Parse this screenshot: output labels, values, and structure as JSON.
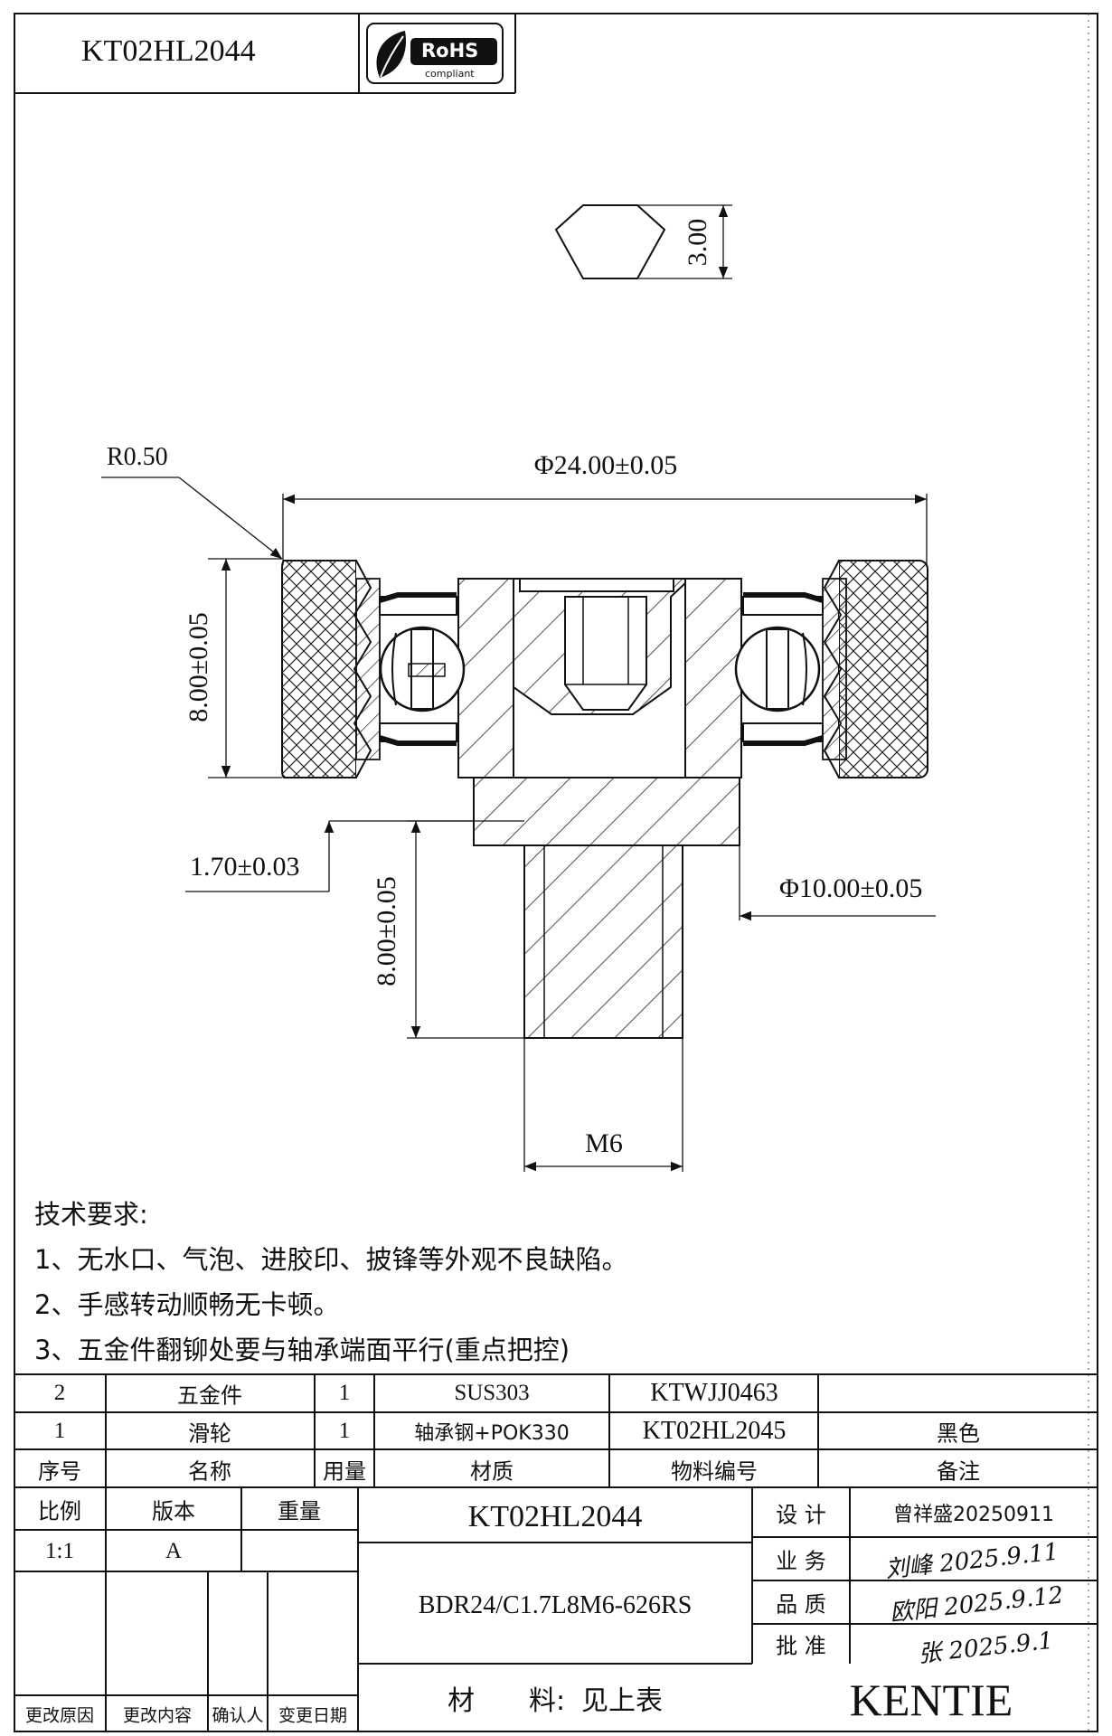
{
  "header": {
    "part_number": "KT02HL2044",
    "rohs_title": "RoHS",
    "rohs_sub": "compliant"
  },
  "dims": {
    "hex": "3.00",
    "radius": "R0.50",
    "outer_diameter": "Φ24.00±0.05",
    "height": "8.00±0.05",
    "shaft_offset": "1.70±0.03",
    "shaft_diameter": "Φ10.00±0.05",
    "shaft_length": "8.00±0.05",
    "thread": "M6"
  },
  "notes": {
    "title": "技术要求:",
    "items": [
      "1、无水口、气泡、进胶印、披锋等外观不良缺陷。",
      "2、手感转动顺畅无卡顿。",
      "3、五金件翻铆处要与轴承端面平行(重点把控)"
    ]
  },
  "bom": {
    "rows": [
      {
        "no": "2",
        "name": "五金件",
        "qty": "1",
        "material": "SUS303",
        "code": "KTWJJ0463",
        "remark": ""
      },
      {
        "no": "1",
        "name": "滑轮",
        "qty": "1",
        "material": "轴承钢+POK330",
        "code": "KT02HL2045",
        "remark": "黑色"
      }
    ],
    "headers": {
      "no": "序号",
      "name": "名称",
      "qty": "用量",
      "material": "材质",
      "code": "物料编号",
      "remark": "备注"
    }
  },
  "title_block": {
    "scale_label": "比例",
    "version_label": "版本",
    "weight_label": "重量",
    "scale": "1:1",
    "version": "A",
    "weight": "",
    "drawing_no": "KT02HL2044",
    "description": "BDR24/C1.7L8M6-626RS",
    "material_label": "材　　料:",
    "material_value": "见上表",
    "design_label": "设 计",
    "design_value": "曾祥盛20250911",
    "business_label": "业 务",
    "quality_label": "品 质",
    "approve_label": "批 准",
    "sig_business": "刘峰 2025.9.11",
    "sig_quality": "欧阳 2025.9.12",
    "sig_approve": "张 2025.9.1",
    "company": "KENTIE",
    "rev_reason": "更改原因",
    "rev_content": "更改内容",
    "rev_confirm": "确认人",
    "rev_date": "变更日期"
  }
}
